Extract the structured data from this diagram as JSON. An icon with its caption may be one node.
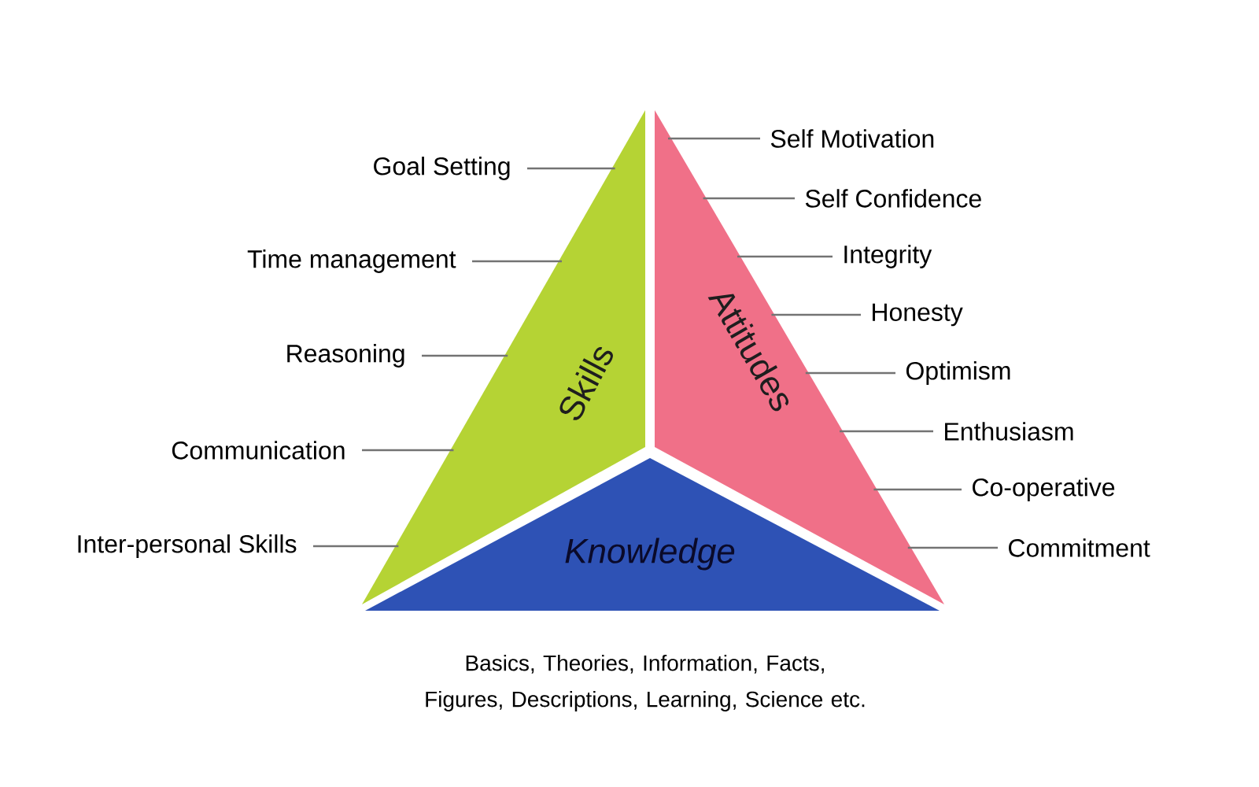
{
  "diagram": {
    "nodes": [
      {
        "text": [
          "Skills"
        ]
      },
      {
        "text": [
          "Attitudes"
        ]
      },
      {
        "text": [
          "Knowledge"
        ],
        "beside": [
          "Basics, Theories, Information, Facts, Figures, Descriptions, Learning, Science etc."
        ]
      },
      {
        "text": [
          "Goal Setting"
        ]
      },
      {
        "text": [
          "Time management"
        ]
      },
      {
        "text": [
          "Reasoning"
        ]
      },
      {
        "text": [
          "Communication"
        ]
      },
      {
        "text": [
          "Inter-personal Skills"
        ]
      },
      {
        "text": [
          "Self Motivation"
        ]
      },
      {
        "text": [
          "Self Confidence"
        ]
      },
      {
        "text": [
          "Integrity"
        ]
      },
      {
        "text": [
          "Honesty"
        ]
      },
      {
        "text": [
          "Optimism"
        ]
      },
      {
        "text": [
          "Enthusiasm"
        ]
      },
      {
        "text": [
          "Co-operative"
        ]
      },
      {
        "text": [
          "Commitment"
        ]
      }
    ],
    "edges": [
      {
        "from": 3,
        "to": 0,
        "arrow": "none"
      },
      {
        "from": 4,
        "to": 0,
        "arrow": "none"
      },
      {
        "from": 5,
        "to": 0,
        "arrow": "none"
      },
      {
        "from": 6,
        "to": 0,
        "arrow": "none"
      },
      {
        "from": 7,
        "to": 0,
        "arrow": "none"
      },
      {
        "from": 8,
        "to": 1,
        "arrow": "none"
      },
      {
        "from": 9,
        "to": 1,
        "arrow": "none"
      },
      {
        "from": 10,
        "to": 1,
        "arrow": "none"
      },
      {
        "from": 11,
        "to": 1,
        "arrow": "none"
      },
      {
        "from": 12,
        "to": 1,
        "arrow": "none"
      },
      {
        "from": 13,
        "to": 1,
        "arrow": "none"
      },
      {
        "from": 14,
        "to": 1,
        "arrow": "none"
      },
      {
        "from": 15,
        "to": 1,
        "arrow": "none"
      }
    ]
  }
}
